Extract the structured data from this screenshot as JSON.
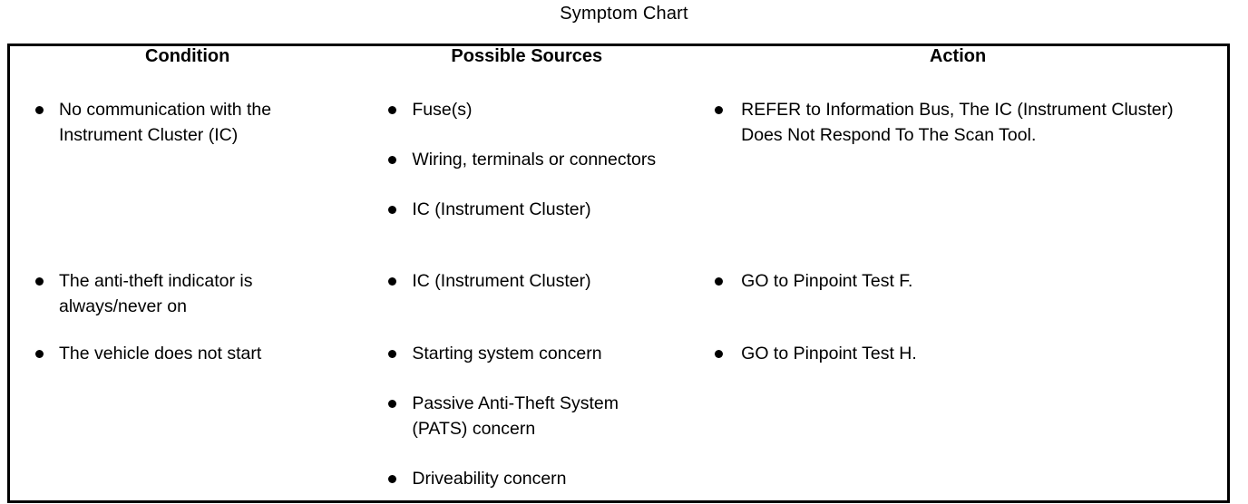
{
  "document": {
    "title": "Symptom Chart"
  },
  "table": {
    "headers": [
      "Condition",
      "Possible Sources",
      "Action"
    ],
    "rows": [
      {
        "condition": [
          "No communication with the Instrument Cluster (IC)"
        ],
        "possible_sources": [
          "Fuse(s)",
          "Wiring, terminals or connectors",
          "IC (Instrument Cluster)"
        ],
        "action": [
          "REFER to Information Bus, The IC (Instrument Cluster) Does Not Respond To The Scan Tool."
        ]
      },
      {
        "condition": [
          "The anti-theft indicator is always/never on"
        ],
        "possible_sources": [
          "IC (Instrument Cluster)"
        ],
        "action": [
          "GO to Pinpoint Test F."
        ]
      },
      {
        "condition": [
          "The vehicle does not start"
        ],
        "possible_sources": [
          "Starting system concern",
          "Passive Anti-Theft System (PATS) concern",
          "Driveability concern"
        ],
        "action": [
          "GO to Pinpoint Test H."
        ]
      }
    ]
  },
  "colors": {
    "text": "#000000",
    "background": "#ffffff",
    "rule": "#000000"
  }
}
